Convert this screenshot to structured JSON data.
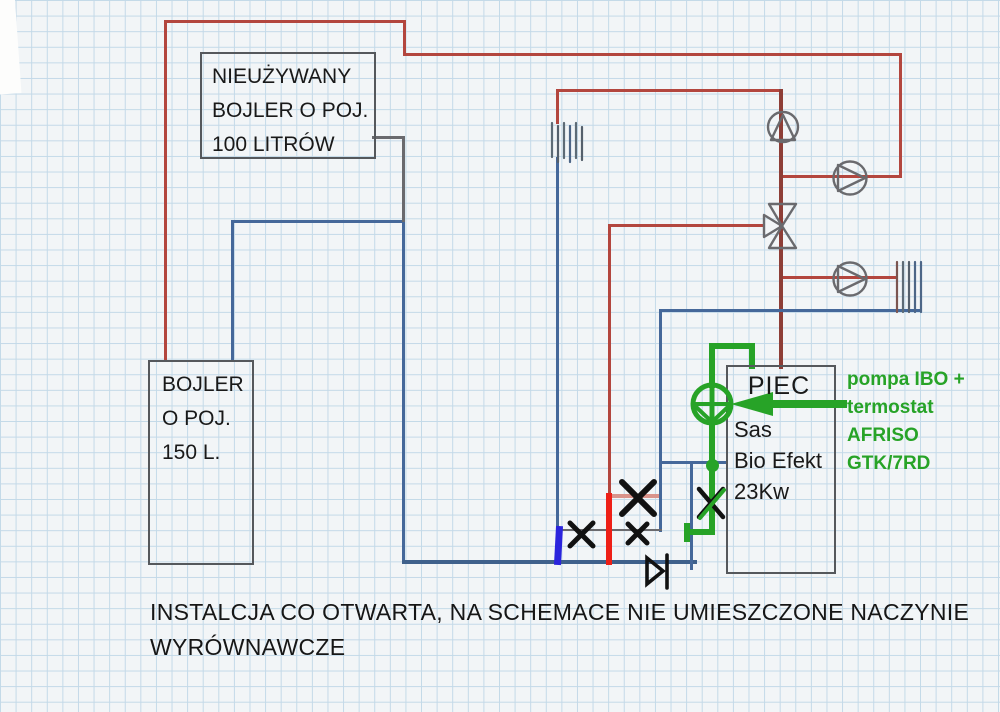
{
  "colors": {
    "paper": "#f2f5f7",
    "grid": "#c3d9e8",
    "pencil_red": "#b3463e",
    "pencil_red_dark": "#8e3e37",
    "pencil_red_pale": "#d9938b",
    "pencil_blue": "#45689a",
    "pencil_blue_dark": "#3f618c",
    "pencil_gray": "#6a6a6e",
    "box_gray": "#55585c",
    "marker_red": "#ee1f16",
    "marker_blue": "#2b24dd",
    "marker_green": "#27a327",
    "annotation_black": "#111111"
  },
  "boxes": {
    "unused_boiler": {
      "lines": [
        "NIEUŻYWANY",
        "BOJLER O POJ.",
        "100 LITRÓW"
      ]
    },
    "boiler_150": {
      "lines": [
        "BOJLER",
        "O POJ.",
        "150 L."
      ]
    },
    "furnace": {
      "title": "PIEC",
      "lines": [
        "Sas",
        "Bio Efekt",
        "23Kw"
      ]
    }
  },
  "annotations": {
    "pump_note": {
      "lines": [
        "pompa IBO +",
        "termostat",
        "AFRISO",
        "GTK/7RD"
      ]
    },
    "bottom_note": {
      "lines": [
        "INSTALCJA CO OTWARTA, NA SCHEMACE NIE UMIESZCZONE NACZYNIE",
        "WYRÓWNAWCZE"
      ]
    }
  }
}
